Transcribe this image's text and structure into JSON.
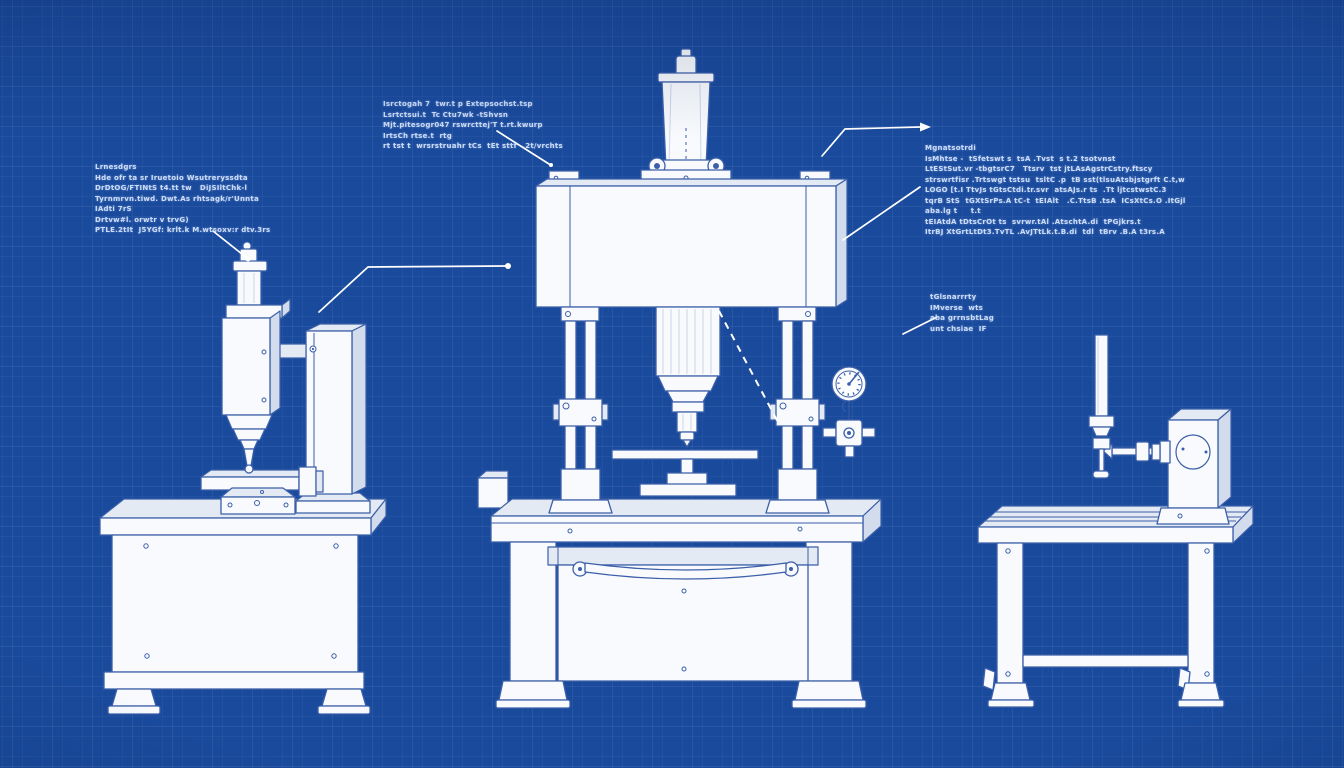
{
  "colors": {
    "background": "#1A4A9C",
    "grid": "#BFD6FA17",
    "ink": "#3B5FA9",
    "paper": "#F8FAFD",
    "paper_shade": "#E4EAF4",
    "paper_dark": "#D2DCEC",
    "line_white": "#FFFFFF",
    "note_text": "#DCE9FF"
  },
  "annotations": {
    "left": {
      "lines": [
        "Lrnesdgrs",
        "Hde ofr ta sr Iruetoio Wsutreryssdta",
        "DrDtOG/FTINtS t4.tt tw   DiJSIltChk-l",
        "Tyrnmrvn.tiwd. Dwt.As rhtsagk/r'Unnta",
        "IAdti 7rS",
        "Drtvw#l. orwtr v trvG)",
        "PTLE.2tIt  J5YGf: krlt.k M.wtsoxv:r dtv.3rs"
      ]
    },
    "top_center": {
      "lines": [
        "Isrctogah 7  twr.t p Extepsochst.tsp",
        "Lsrtctsui.t  Tc Ctu7wk -tShvsn",
        "Mjt.pitesogr047 rswrcttej'T t.rt.kwurp",
        "IrtsCh rtse.t  rtg",
        "rt tst t  wrsrstruahr tCs  tEt sttf  .2t/vrchts"
      ]
    },
    "right": {
      "lines": [
        "Mgnatsotrdi",
        "IsMhtse -  tSfetswt s  tsA .Tvst  s t.2 tsotvnst",
        "LtEStSut.vr -tbgtsrC7   Ttsrv  tst jtLAsAgstrCstry.ftscy",
        "strswrtfisr .Trtswgt tstsu  tsltC .p  tB sst(tlsuAtsbjstgrft C.t,w",
        "LOGO [t.I TtvJs tGtsCtdi.tr.svr  atsAJs.r ts  .Tt ljtcstwstC.3",
        "tqrB StS  tGXtSrPs.A tC-t  tEIAlt   .C.TtsB .tsA  ICsXtCs.O .ItGjl",
        "aba.lg t     t.t",
        "tEIAtdA tDtsCrOt ts  svrwr.tAl .AtschtA.di  tPGjkrs.t",
        "ItrBJ XtGrtLtDt3.TvTL .AvJTtLk.t.B.di  tdl  tBrv .B.A t3rs.A"
      ]
    },
    "gauge": {
      "lines": [
        "tGlsnarrrty",
        "IMverse  wts",
        "aba grrnsbtLag",
        "unt chsiae  IF"
      ]
    }
  }
}
